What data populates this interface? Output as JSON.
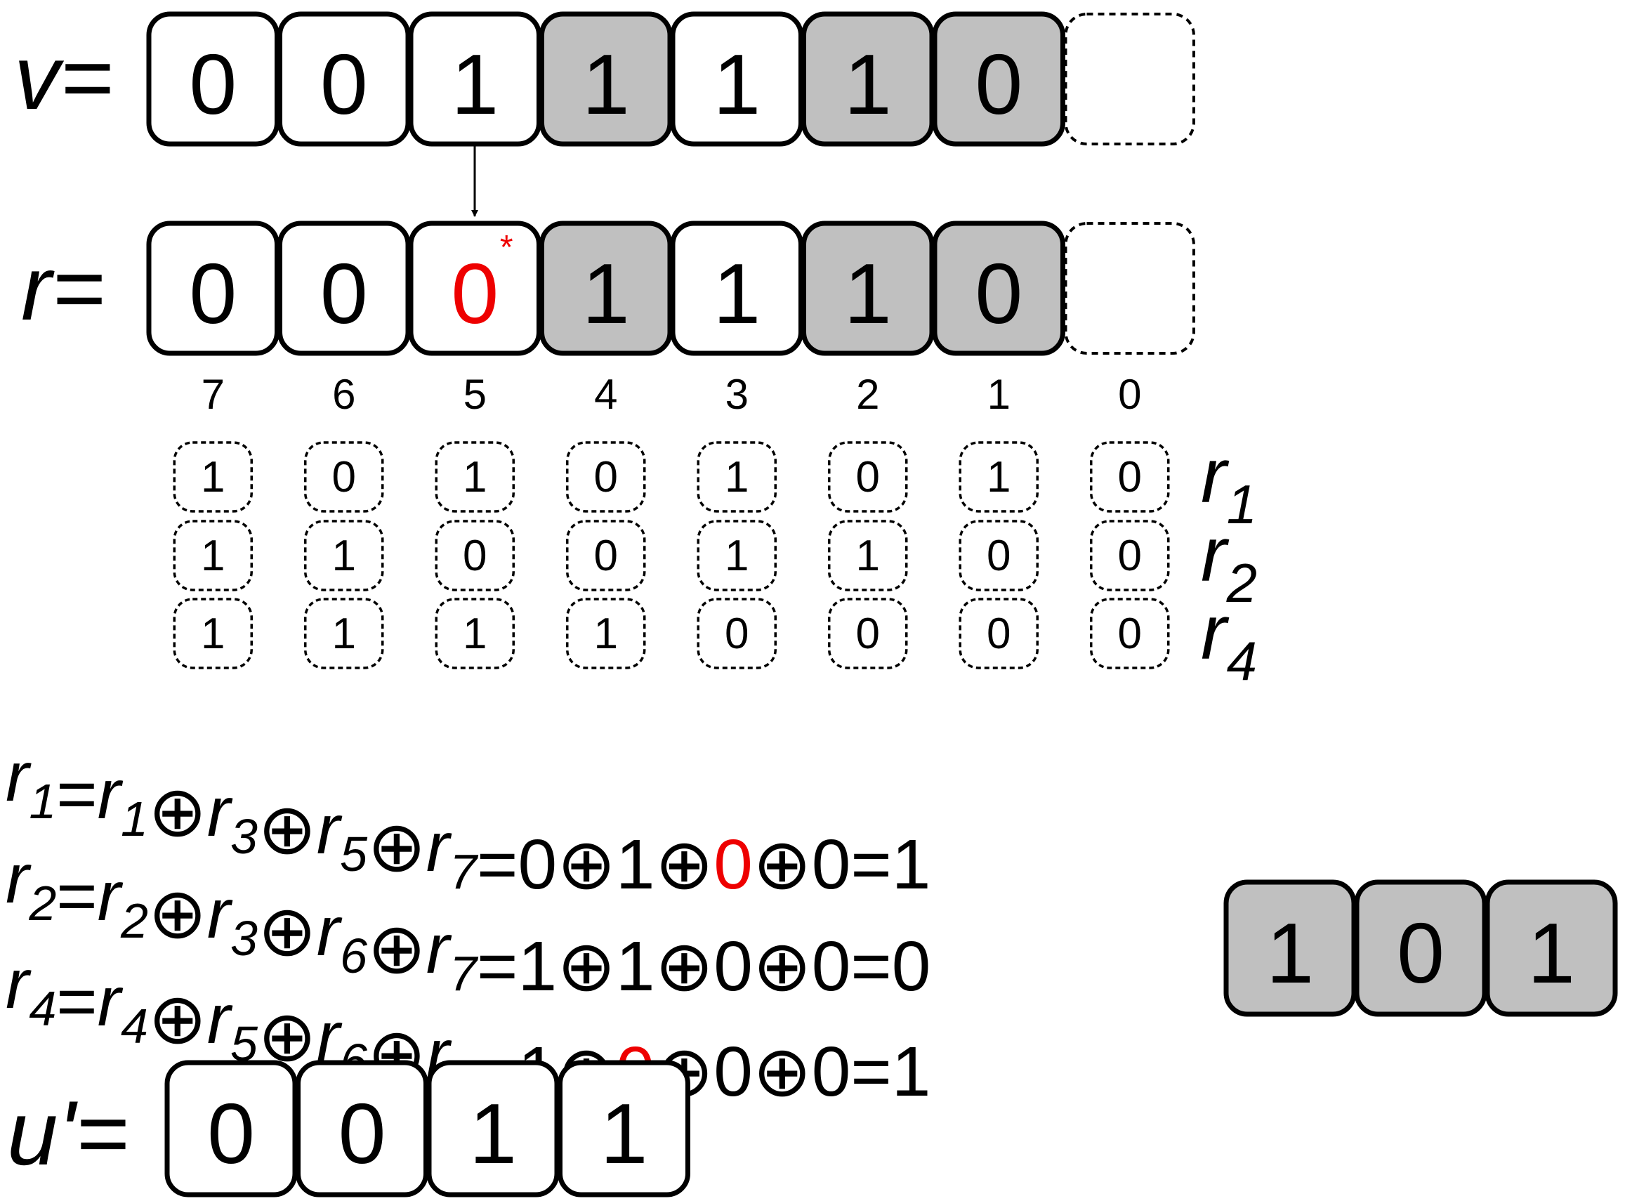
{
  "v_row": {
    "label": "v=",
    "cells": [
      {
        "value": "0",
        "shaded": false
      },
      {
        "value": "0",
        "shaded": false
      },
      {
        "value": "1",
        "shaded": false
      },
      {
        "value": "1",
        "shaded": true
      },
      {
        "value": "1",
        "shaded": false
      },
      {
        "value": "1",
        "shaded": true
      },
      {
        "value": "0",
        "shaded": true
      },
      {
        "value": "",
        "shaded": false,
        "empty": true
      }
    ]
  },
  "r_row": {
    "label": "r=",
    "cells": [
      {
        "value": "0",
        "shaded": false
      },
      {
        "value": "0",
        "shaded": false
      },
      {
        "value": "0",
        "shaded": false,
        "flipped": true,
        "mark": "*"
      },
      {
        "value": "1",
        "shaded": true
      },
      {
        "value": "1",
        "shaded": false
      },
      {
        "value": "1",
        "shaded": true
      },
      {
        "value": "0",
        "shaded": true
      },
      {
        "value": "",
        "shaded": false,
        "empty": true
      }
    ]
  },
  "positions": [
    "7",
    "6",
    "5",
    "4",
    "3",
    "2",
    "1",
    "0"
  ],
  "parity_masks": [
    {
      "name": "r",
      "sub": "1",
      "bits": [
        "1",
        "0",
        "1",
        "0",
        "1",
        "0",
        "1",
        "0"
      ]
    },
    {
      "name": "r",
      "sub": "2",
      "bits": [
        "1",
        "1",
        "0",
        "0",
        "1",
        "1",
        "0",
        "0"
      ]
    },
    {
      "name": "r",
      "sub": "4",
      "bits": [
        "1",
        "1",
        "1",
        "1",
        "0",
        "0",
        "0",
        "0"
      ]
    }
  ],
  "equations": [
    {
      "lhs": {
        "name": "r",
        "sub": "1"
      },
      "terms": [
        {
          "name": "r",
          "sub": "1"
        },
        {
          "name": "r",
          "sub": "3"
        },
        {
          "name": "r",
          "sub": "5"
        },
        {
          "name": "r",
          "sub": "7"
        }
      ],
      "values": [
        {
          "v": "0"
        },
        {
          "v": "1"
        },
        {
          "v": "0",
          "red": true
        },
        {
          "v": "0"
        }
      ],
      "result": "1"
    },
    {
      "lhs": {
        "name": "r",
        "sub": "2"
      },
      "terms": [
        {
          "name": "r",
          "sub": "2"
        },
        {
          "name": "r",
          "sub": "3"
        },
        {
          "name": "r",
          "sub": "6"
        },
        {
          "name": "r",
          "sub": "7"
        }
      ],
      "values": [
        {
          "v": "1"
        },
        {
          "v": "1"
        },
        {
          "v": "0"
        },
        {
          "v": "0"
        }
      ],
      "result": "0"
    },
    {
      "lhs": {
        "name": "r",
        "sub": "4"
      },
      "terms": [
        {
          "name": "r",
          "sub": "4"
        },
        {
          "name": "r",
          "sub": "5"
        },
        {
          "name": "r",
          "sub": "6"
        },
        {
          "name": "r",
          "sub": "7"
        }
      ],
      "values": [
        {
          "v": "1"
        },
        {
          "v": "0",
          "red": true
        },
        {
          "v": "0"
        },
        {
          "v": "0"
        }
      ],
      "result": "1"
    }
  ],
  "operator_symbol": "⊕",
  "equals_symbol": "=",
  "syndrome": {
    "cells": [
      "1",
      "0",
      "1"
    ]
  },
  "u_row": {
    "label": "u'=",
    "cells": [
      "0",
      "0",
      "1",
      "1"
    ]
  },
  "colors": {
    "shaded": "#c0c0c0",
    "highlight": "#ee0000",
    "stroke": "#000000",
    "white": "#ffffff"
  }
}
